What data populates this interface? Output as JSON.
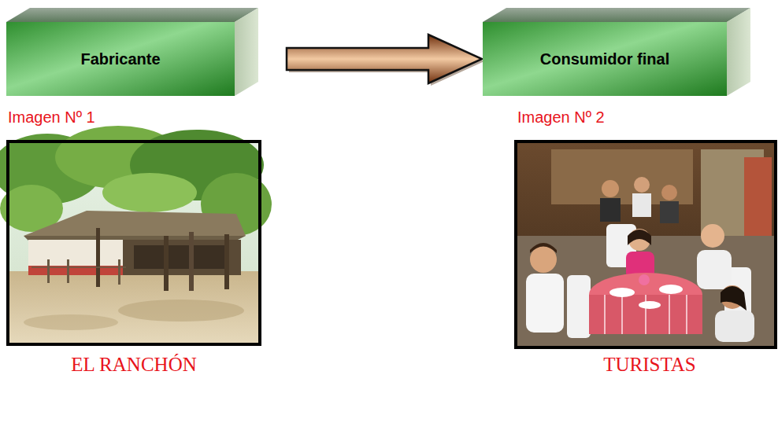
{
  "diagram": {
    "nodes": [
      {
        "text": [
          "Fabricante"
        ]
      },
      {
        "text": [
          "Consumidor final"
        ]
      }
    ],
    "edges": [
      {
        "from": 0,
        "to": 1,
        "arrow": "to"
      }
    ],
    "labels": [
      "Imagen Nº 1",
      "Imagen Nº 2",
      "EL RANCHÓN",
      "TURISTAS"
    ]
  }
}
